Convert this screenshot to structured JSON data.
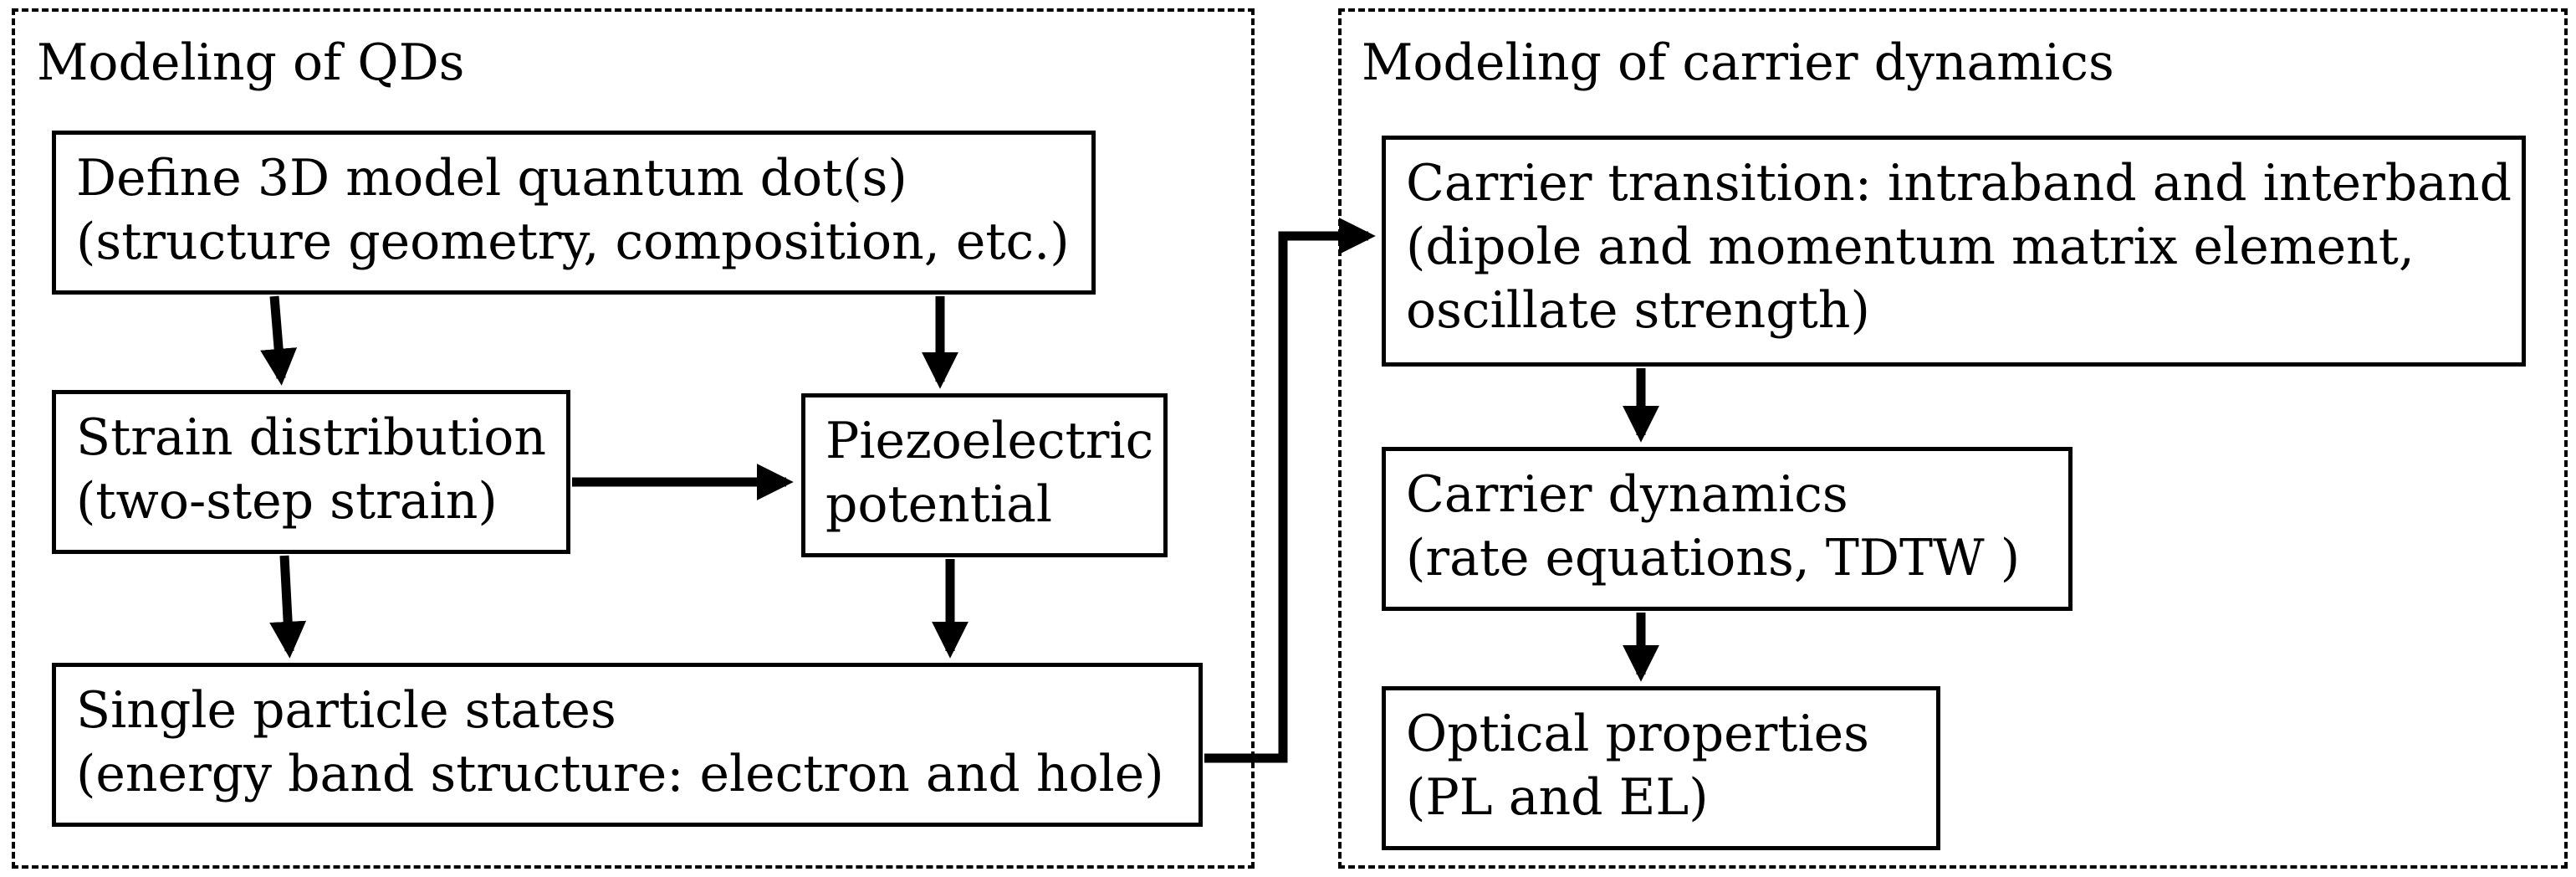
{
  "panels": {
    "left": {
      "title": "Modeling of QDs"
    },
    "right": {
      "title": "Modeling of carrier dynamics"
    }
  },
  "boxes": {
    "define_model": {
      "line1": "Define 3D model quantum dot(s)",
      "line2": "(structure geometry, composition, etc.)"
    },
    "strain": {
      "line1": "Strain distribution",
      "line2": "(two-step strain)"
    },
    "piezo": {
      "line1": "Piezoelectric",
      "line2": "potential"
    },
    "single_particle": {
      "line1": "Single particle states",
      "line2": "(energy band structure: electron and hole)"
    },
    "carrier_transition": {
      "line1": "Carrier transition: intraband and interband",
      "line2": "(dipole and momentum matrix element,",
      "line3": "oscillate strength)"
    },
    "carrier_dynamics": {
      "line1": "Carrier dynamics",
      "line2": "(rate equations, TDTW )"
    },
    "optical": {
      "line1": "Optical properties",
      "line2": "(PL and EL)"
    }
  },
  "colors": {
    "line": "#000000",
    "background": "#ffffff"
  }
}
